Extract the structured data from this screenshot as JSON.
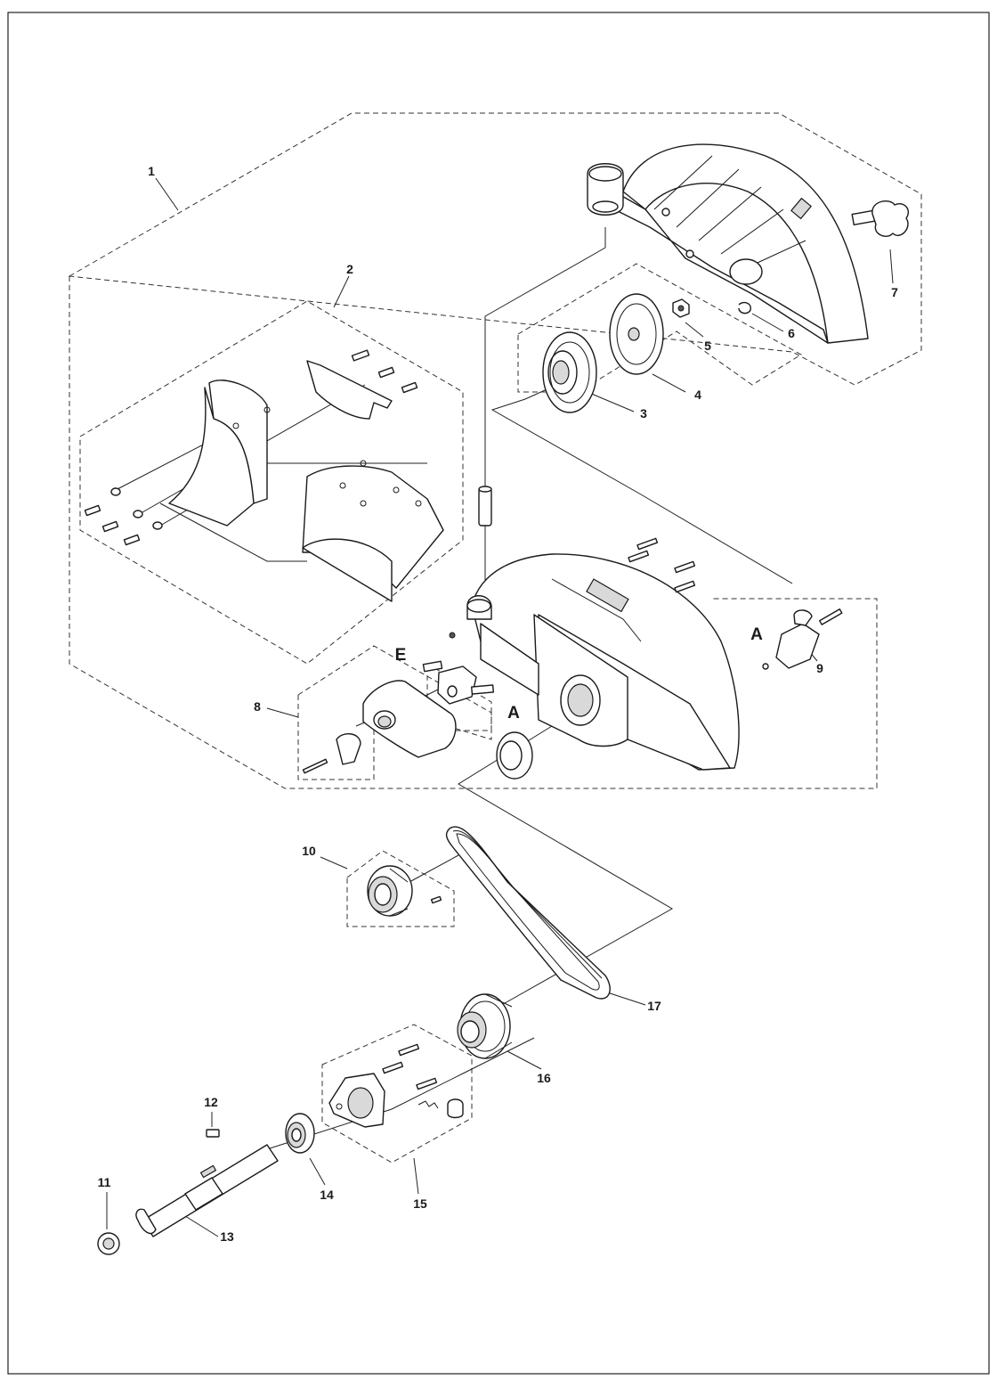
{
  "diagram": {
    "callouts": [
      {
        "id": "1",
        "text": "1"
      },
      {
        "id": "2",
        "text": "2"
      },
      {
        "id": "3",
        "text": "3"
      },
      {
        "id": "4",
        "text": "4"
      },
      {
        "id": "5",
        "text": "5"
      },
      {
        "id": "6",
        "text": "6"
      },
      {
        "id": "7",
        "text": "7"
      },
      {
        "id": "8",
        "text": "8"
      },
      {
        "id": "9",
        "text": "9"
      },
      {
        "id": "10",
        "text": "10"
      },
      {
        "id": "11",
        "text": "11"
      },
      {
        "id": "12",
        "text": "12"
      },
      {
        "id": "13",
        "text": "13"
      },
      {
        "id": "14",
        "text": "14"
      },
      {
        "id": "15",
        "text": "15"
      },
      {
        "id": "16",
        "text": "16"
      },
      {
        "id": "17",
        "text": "17"
      }
    ],
    "letters": {
      "a_water_hose": "A",
      "a_valve": "A",
      "e_valve": "E"
    }
  }
}
